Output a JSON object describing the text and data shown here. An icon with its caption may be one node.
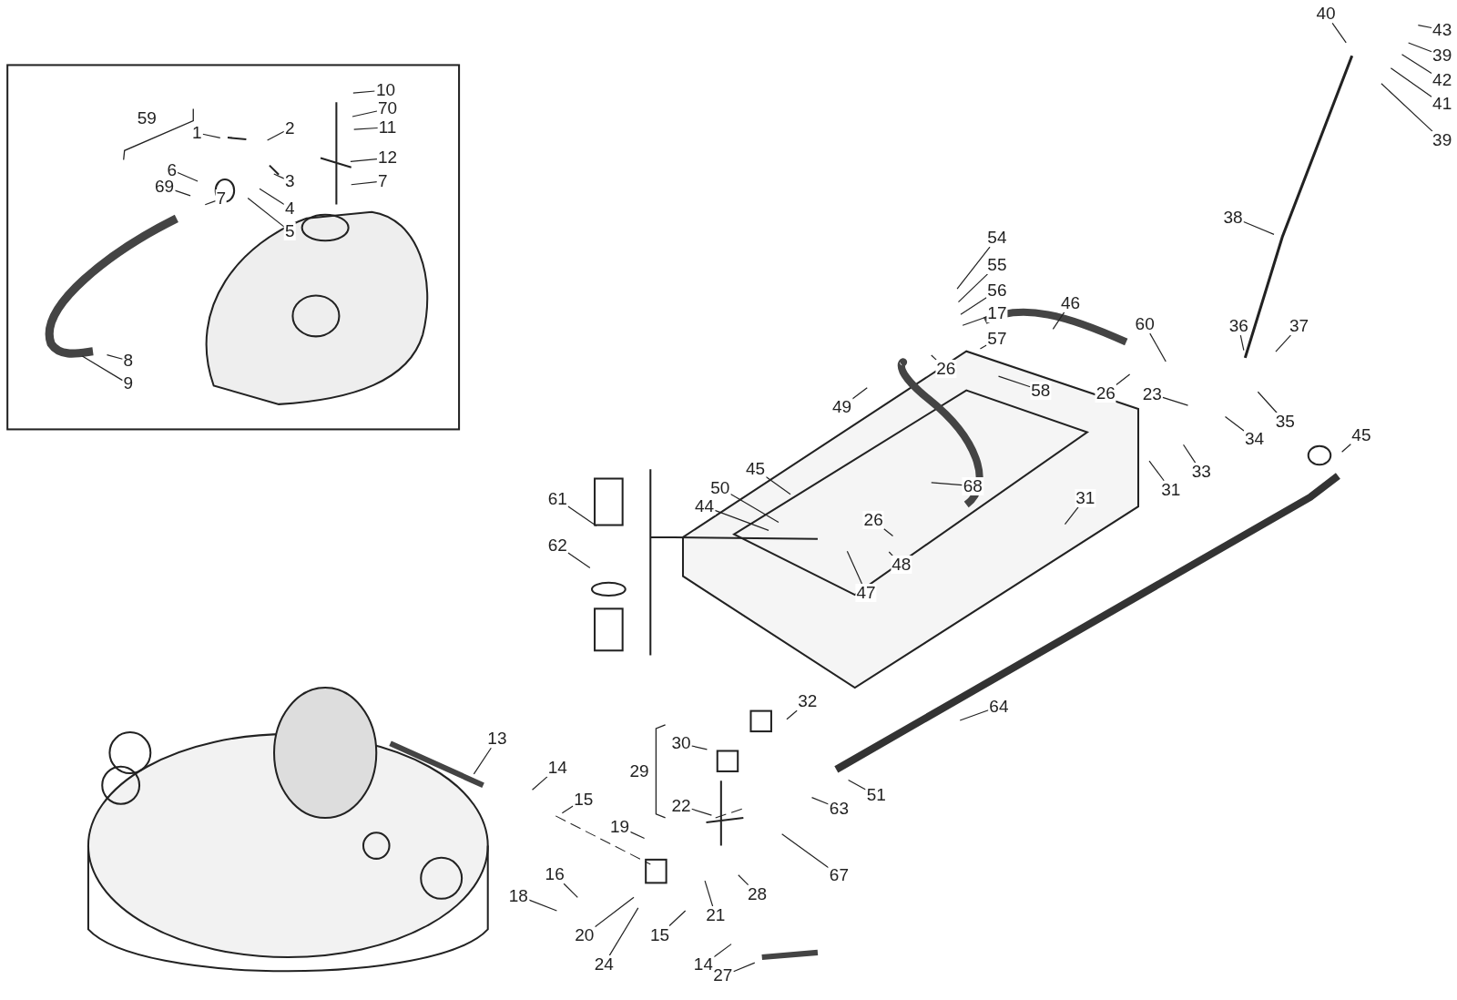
{
  "diagram": {
    "nodes": [
      {
        "text": [
          "1"
        ]
      },
      {
        "text": [
          "2"
        ]
      },
      {
        "text": [
          "3"
        ]
      },
      {
        "text": [
          "4"
        ]
      },
      {
        "text": [
          "5"
        ]
      },
      {
        "text": [
          "6"
        ]
      },
      {
        "text": [
          "69"
        ]
      },
      {
        "text": [
          "7"
        ]
      },
      {
        "text": [
          "10"
        ]
      },
      {
        "text": [
          "70"
        ]
      },
      {
        "text": [
          "11"
        ]
      },
      {
        "text": [
          "12"
        ]
      },
      {
        "text": [
          "7"
        ]
      },
      {
        "text": [
          "8"
        ]
      },
      {
        "text": [
          "9"
        ]
      },
      {
        "text": [
          "40"
        ]
      },
      {
        "text": [
          "43"
        ]
      },
      {
        "text": [
          "39"
        ]
      },
      {
        "text": [
          "42"
        ]
      },
      {
        "text": [
          "41"
        ]
      },
      {
        "text": [
          "39"
        ]
      },
      {
        "text": [
          "38"
        ]
      },
      {
        "text": [
          "54"
        ]
      },
      {
        "text": [
          "55"
        ]
      },
      {
        "text": [
          "56"
        ]
      },
      {
        "text": [
          "17"
        ]
      },
      {
        "text": [
          "57"
        ]
      },
      {
        "text": [
          "46"
        ]
      },
      {
        "text": [
          "58"
        ]
      },
      {
        "text": [
          "26"
        ]
      },
      {
        "text": [
          "49"
        ]
      },
      {
        "text": [
          "60"
        ]
      },
      {
        "text": [
          "26"
        ]
      },
      {
        "text": [
          "23"
        ]
      },
      {
        "text": [
          "36"
        ]
      },
      {
        "text": [
          "37"
        ]
      },
      {
        "text": [
          "35"
        ]
      },
      {
        "text": [
          "34"
        ]
      },
      {
        "text": [
          "33"
        ]
      },
      {
        "text": [
          "31"
        ]
      },
      {
        "text": [
          "45"
        ]
      },
      {
        "text": [
          "45"
        ]
      },
      {
        "text": [
          "50"
        ]
      },
      {
        "text": [
          "44"
        ]
      },
      {
        "text": [
          "68"
        ]
      },
      {
        "text": [
          "26"
        ]
      },
      {
        "text": [
          "48"
        ]
      },
      {
        "text": [
          "47"
        ]
      },
      {
        "text": [
          "61"
        ]
      },
      {
        "text": [
          "62"
        ]
      },
      {
        "text": [
          "31"
        ]
      },
      {
        "text": [
          "64"
        ]
      },
      {
        "text": [
          "32"
        ]
      },
      {
        "text": [
          "30"
        ]
      },
      {
        "text": [
          "22"
        ]
      },
      {
        "text": [
          "13"
        ]
      },
      {
        "text": [
          "14"
        ]
      },
      {
        "text": [
          "15"
        ]
      },
      {
        "text": [
          "51"
        ]
      },
      {
        "text": [
          "63"
        ]
      },
      {
        "text": [
          "67"
        ]
      },
      {
        "text": [
          "28"
        ]
      },
      {
        "text": [
          "21"
        ]
      },
      {
        "text": [
          "19"
        ]
      },
      {
        "text": [
          "16"
        ]
      },
      {
        "text": [
          "18"
        ]
      },
      {
        "text": [
          "20"
        ]
      },
      {
        "text": [
          "24"
        ]
      },
      {
        "text": [
          "15"
        ]
      },
      {
        "text": [
          "14"
        ]
      },
      {
        "text": [
          "27"
        ]
      }
    ],
    "edges": [
      {
        "from": 0,
        "to": null,
        "arrow": "none"
      },
      {
        "from": 1,
        "to": null,
        "arrow": "none"
      },
      {
        "from": 2,
        "to": null,
        "arrow": "none"
      },
      {
        "from": 3,
        "to": null,
        "arrow": "none"
      },
      {
        "from": 4,
        "to": null,
        "arrow": "none"
      },
      {
        "from": 5,
        "to": null,
        "arrow": "none"
      },
      {
        "from": 6,
        "to": null,
        "arrow": "none"
      },
      {
        "from": 7,
        "to": null,
        "arrow": "none"
      },
      {
        "from": 8,
        "to": null,
        "arrow": "none"
      },
      {
        "from": 9,
        "to": null,
        "arrow": "none"
      },
      {
        "from": 10,
        "to": null,
        "arrow": "none"
      },
      {
        "from": 11,
        "to": null,
        "arrow": "none"
      },
      {
        "from": 12,
        "to": null,
        "arrow": "none"
      },
      {
        "from": 13,
        "to": null,
        "arrow": "none"
      },
      {
        "from": 14,
        "to": null,
        "arrow": "none"
      },
      {
        "from": 15,
        "to": null,
        "arrow": "none"
      },
      {
        "from": 16,
        "to": null,
        "arrow": "none"
      },
      {
        "from": 17,
        "to": null,
        "arrow": "none"
      },
      {
        "from": 18,
        "to": null,
        "arrow": "none"
      },
      {
        "from": 19,
        "to": null,
        "arrow": "none"
      },
      {
        "from": 20,
        "to": null,
        "arrow": "none"
      },
      {
        "from": 21,
        "to": null,
        "arrow": "none"
      },
      {
        "from": 22,
        "to": null,
        "arrow": "none"
      },
      {
        "from": 23,
        "to": null,
        "arrow": "none"
      },
      {
        "from": 24,
        "to": null,
        "arrow": "none"
      },
      {
        "from": 25,
        "to": null,
        "arrow": "none"
      },
      {
        "from": 26,
        "to": null,
        "arrow": "none"
      },
      {
        "from": 27,
        "to": null,
        "arrow": "none"
      },
      {
        "from": 28,
        "to": null,
        "arrow": "none"
      },
      {
        "from": 29,
        "to": null,
        "arrow": "none"
      },
      {
        "from": 30,
        "to": null,
        "arrow": "none"
      },
      {
        "from": 31,
        "to": null,
        "arrow": "none"
      },
      {
        "from": 32,
        "to": null,
        "arrow": "none"
      },
      {
        "from": 33,
        "to": null,
        "arrow": "none"
      },
      {
        "from": 34,
        "to": null,
        "arrow": "none"
      },
      {
        "from": 35,
        "to": null,
        "arrow": "none"
      },
      {
        "from": 36,
        "to": null,
        "arrow": "none"
      },
      {
        "from": 37,
        "to": null,
        "arrow": "none"
      },
      {
        "from": 38,
        "to": null,
        "arrow": "none"
      },
      {
        "from": 39,
        "to": null,
        "arrow": "none"
      },
      {
        "from": 40,
        "to": null,
        "arrow": "none"
      },
      {
        "from": 41,
        "to": null,
        "arrow": "none"
      },
      {
        "from": 42,
        "to": null,
        "arrow": "none"
      },
      {
        "from": 43,
        "to": null,
        "arrow": "none"
      },
      {
        "from": 44,
        "to": null,
        "arrow": "none"
      },
      {
        "from": 45,
        "to": null,
        "arrow": "none"
      },
      {
        "from": 46,
        "to": null,
        "arrow": "none"
      },
      {
        "from": 47,
        "to": null,
        "arrow": "none"
      },
      {
        "from": 48,
        "to": null,
        "arrow": "none"
      },
      {
        "from": 49,
        "to": null,
        "arrow": "none"
      },
      {
        "from": 50,
        "to": null,
        "arrow": "none"
      },
      {
        "from": 51,
        "to": null,
        "arrow": "none"
      },
      {
        "from": 52,
        "to": null,
        "arrow": "none"
      },
      {
        "from": 53,
        "to": null,
        "arrow": "none"
      },
      {
        "from": 54,
        "to": null,
        "arrow": "none"
      },
      {
        "from": 55,
        "to": null,
        "arrow": "none"
      },
      {
        "from": 56,
        "to": null,
        "arrow": "none"
      },
      {
        "from": 57,
        "to": null,
        "arrow": "none"
      },
      {
        "from": 58,
        "to": null,
        "arrow": "none"
      },
      {
        "from": 59,
        "to": null,
        "arrow": "none"
      },
      {
        "from": 60,
        "to": null,
        "arrow": "none"
      },
      {
        "from": 61,
        "to": null,
        "arrow": "none"
      },
      {
        "from": 62,
        "to": null,
        "arrow": "none"
      },
      {
        "from": 63,
        "to": null,
        "arrow": "none"
      },
      {
        "from": 64,
        "to": null,
        "arrow": "none"
      },
      {
        "from": 65,
        "to": null,
        "arrow": "none"
      },
      {
        "from": 66,
        "to": null,
        "arrow": "none"
      },
      {
        "from": 67,
        "to": null,
        "arrow": "none"
      },
      {
        "from": 68,
        "to": null,
        "arrow": "none"
      },
      {
        "from": 69,
        "to": null,
        "arrow": "none"
      },
      {
        "from": 70,
        "to": null,
        "arrow": "none"
      }
    ],
    "labels": [
      "59",
      "29"
    ]
  }
}
